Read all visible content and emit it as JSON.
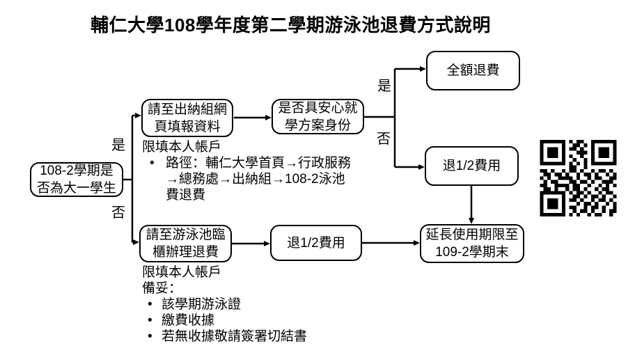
{
  "title": "輔仁大學108學年度第二學期游泳池退費方式說明",
  "colors": {
    "ink": "#000000",
    "background": "#ffffff"
  },
  "bullet_char": "•",
  "nodes": {
    "start": {
      "lines": [
        "108-2學期是",
        "否為大一學生"
      ]
    },
    "cashier_web": {
      "lines": [
        "請至出納組網",
        "頁填報資料"
      ]
    },
    "anxin_check": {
      "lines": [
        "是否具安心就",
        "學方案身份"
      ]
    },
    "full_refund": {
      "lines": [
        "全額退費"
      ]
    },
    "half_refund_right": {
      "lines": [
        "退1/2費用"
      ]
    },
    "pool_counter": {
      "lines": [
        "請至游泳池臨",
        "櫃辦理退費"
      ]
    },
    "half_refund_bottom": {
      "lines": [
        "退1/2費用"
      ]
    },
    "extend_deadline": {
      "lines": [
        "延長使用期限至",
        "109-2學期末"
      ]
    }
  },
  "edge_labels": {
    "yes_top": "是",
    "no_top": "否",
    "yes_right": "是",
    "no_right": "否"
  },
  "notes": {
    "top": {
      "heading": "限填本人帳戶",
      "bullet_lines": [
        "路徑：輔仁大學首頁→行政服務",
        "→總務處→出納組→108-2泳池",
        "費退費"
      ]
    },
    "bottom": {
      "heading": "限填本人帳戶",
      "subheading": "備妥：",
      "items": [
        "該學期游泳證",
        "繳費收據",
        "若無收據敬請簽署切結書"
      ]
    }
  },
  "qr": {
    "matrix": [
      "111111101011001111111",
      "100000100110101000001",
      "101110101101001011101",
      "101110100011101011101",
      "101110101001001011101",
      "100000100100101000001",
      "111111101010101111111",
      "000000001100100000000",
      "110100101101001011010",
      "011011010010110100101",
      "101001111010010110011",
      "010110001101101001110",
      "110011110110010010101",
      "011010010110100101100",
      "111111101011010010110",
      "100000100110101101001",
      "101110101101001011010",
      "101110100010110100101",
      "101110101100101101001",
      "100000100101101001011",
      "111111101010010110010"
    ]
  }
}
